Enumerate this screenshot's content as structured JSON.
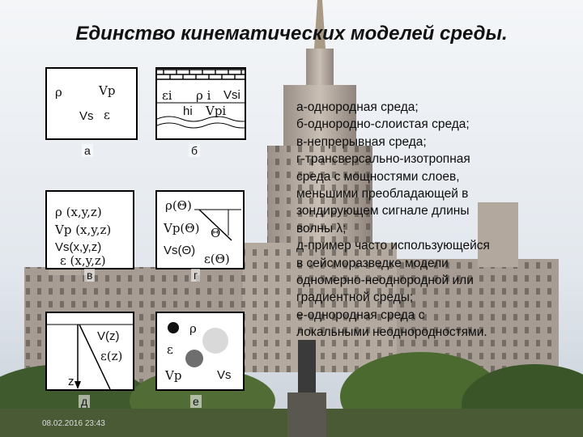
{
  "title": "Единство кинематических моделей среды.",
  "panel_a": {
    "rho": "ρ",
    "vp": "Vp",
    "vs": "Vs",
    "eps": "ε",
    "caption": "а"
  },
  "panel_b": {
    "eps_i": "εi",
    "rho_i": "ρ i",
    "vs_i": "Vsi",
    "h_i": "hi",
    "vp_i": "Vpi",
    "caption": "б"
  },
  "panel_v": {
    "rho": "ρ (x,y,z)",
    "vp": "Vp (x,y,z)",
    "vs": "Vs(x,y,z)",
    "eps": "ε (x,y,z)",
    "caption": "в"
  },
  "panel_g": {
    "rho": "ρ(Θ)",
    "vp": "Vp(Θ)",
    "theta": "Θ",
    "vs": "Vs(Θ)",
    "eps": "ε(Θ)",
    "caption": "г"
  },
  "panel_d": {
    "v": "V(z)",
    "eps": "ε(z)",
    "z": "z",
    "caption": "д"
  },
  "panel_e": {
    "rho": "ρ",
    "eps": "ε",
    "vp": "Vp",
    "vs": "Vs",
    "caption": "е"
  },
  "description_lines": [
    "а-однородная среда;",
    "б-однородно-слоистая среда;",
    "в-непрерывная среда;",
    "г-трансверсально-изотропная",
    "среда с мощностями слоев,",
    "меньшими преобладающей в",
    "зондирующем сигнале длины",
    "волны λ;",
    "д-пример часто использующейся",
    "в сейсморазведке модели",
    "одномерно-неоднородной или",
    "градиентной среды;",
    "е-однородная среда с",
    "локальными неоднородностями."
  ],
  "footer_date": "08.02.2016 23:43"
}
